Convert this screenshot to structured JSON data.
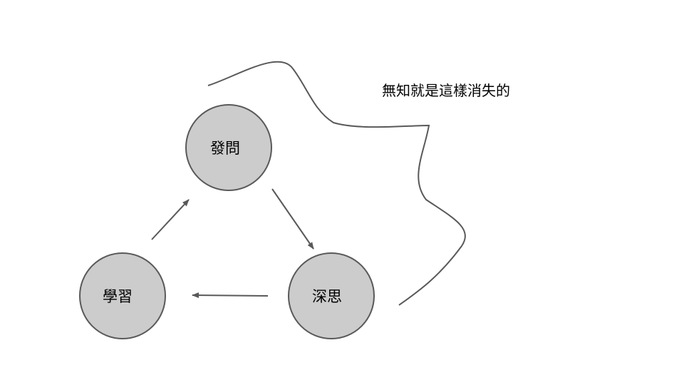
{
  "diagram": {
    "nodes": {
      "ask": "發問",
      "think": "深思",
      "learn": "學習"
    },
    "caption": "無知就是這樣消失的",
    "colors": {
      "node_fill": "#cccccc",
      "stroke": "#595959",
      "text": "#000000",
      "background": "#ffffff"
    }
  }
}
